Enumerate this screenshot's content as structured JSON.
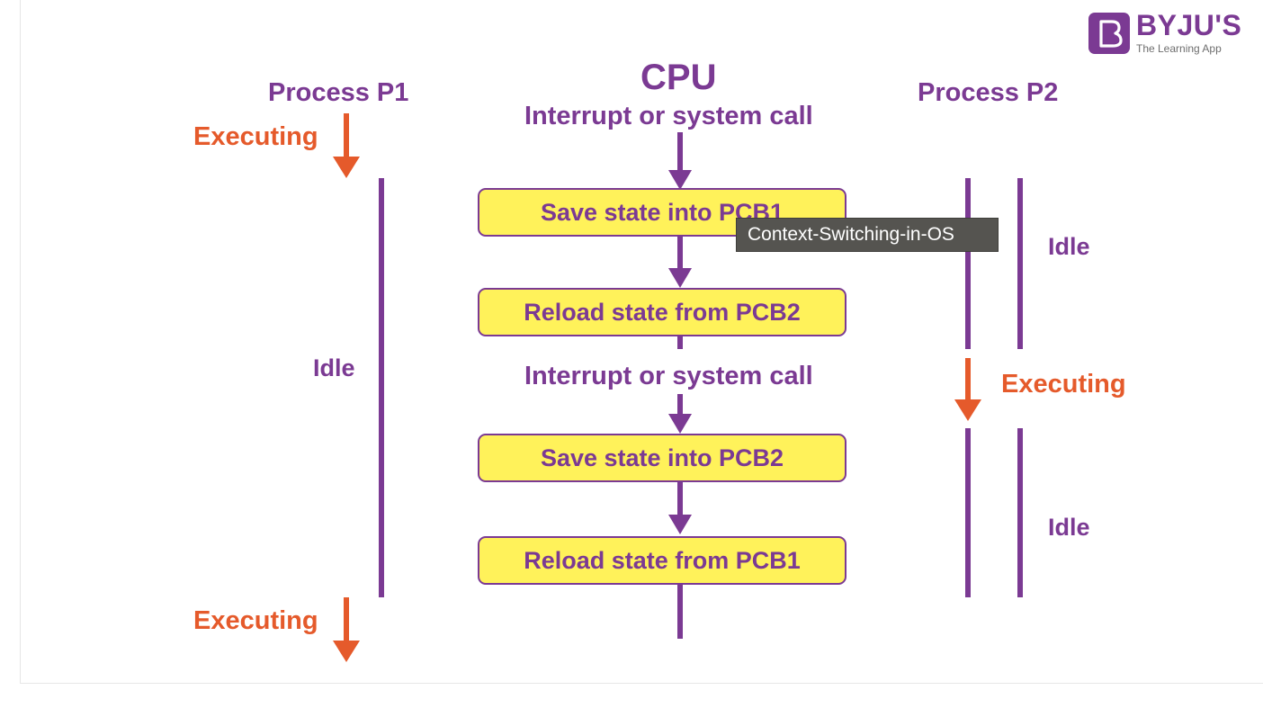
{
  "diagram": {
    "cpu_title": "CPU",
    "process_p1": "Process P1",
    "process_p2": "Process P2",
    "p1_executing_top": "Executing",
    "p1_idle": "Idle",
    "p1_executing_bottom": "Executing",
    "p2_idle_top": "Idle",
    "p2_executing": "Executing",
    "p2_idle_bottom": "Idle",
    "interrupt_1": "Interrupt or system call",
    "interrupt_2": "Interrupt or system call",
    "box_1": "Save state into PCB1",
    "box_2": "Reload state from PCB2",
    "box_3": "Save state into PCB2",
    "box_4": "Reload state from PCB1"
  },
  "tooltip": {
    "text": "Context-Switching-in-OS"
  },
  "logo": {
    "name": "BYJU'S",
    "tagline": "The Learning App"
  },
  "colors": {
    "purple": "#7b3a93",
    "orange": "#e55a2b",
    "box_fill": "#fff25a",
    "tooltip_bg": "#555450"
  }
}
